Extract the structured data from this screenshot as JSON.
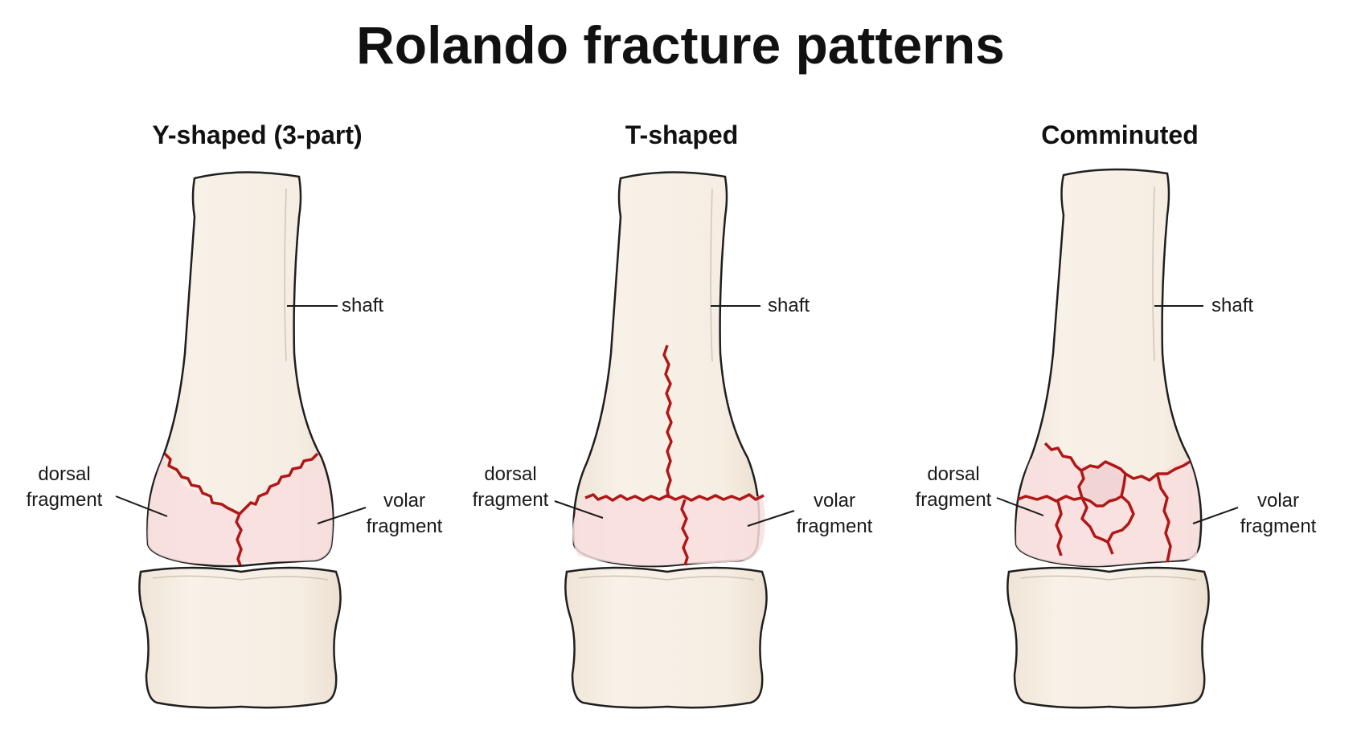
{
  "title": "Rolando fracture patterns",
  "colors": {
    "bone_fill": "#f5ece0",
    "bone_stroke": "#1f1f1f",
    "fragment_fill": "#f8dede",
    "fracture_line": "#b01717"
  },
  "panels": [
    {
      "heading": "Y-shaped (3-part)",
      "shaft_label": "shaft",
      "dorsal_label": [
        "dorsal",
        "fragment"
      ],
      "volar_label": [
        "volar",
        "fragment"
      ]
    },
    {
      "heading": "T-shaped",
      "shaft_label": "shaft",
      "dorsal_label": [
        "dorsal",
        "fragment"
      ],
      "volar_label": [
        "volar",
        "fragment"
      ]
    },
    {
      "heading": "Comminuted",
      "shaft_label": "shaft",
      "dorsal_label": [
        "dorsal",
        "fragment"
      ],
      "volar_label": [
        "volar",
        "fragment"
      ]
    }
  ]
}
